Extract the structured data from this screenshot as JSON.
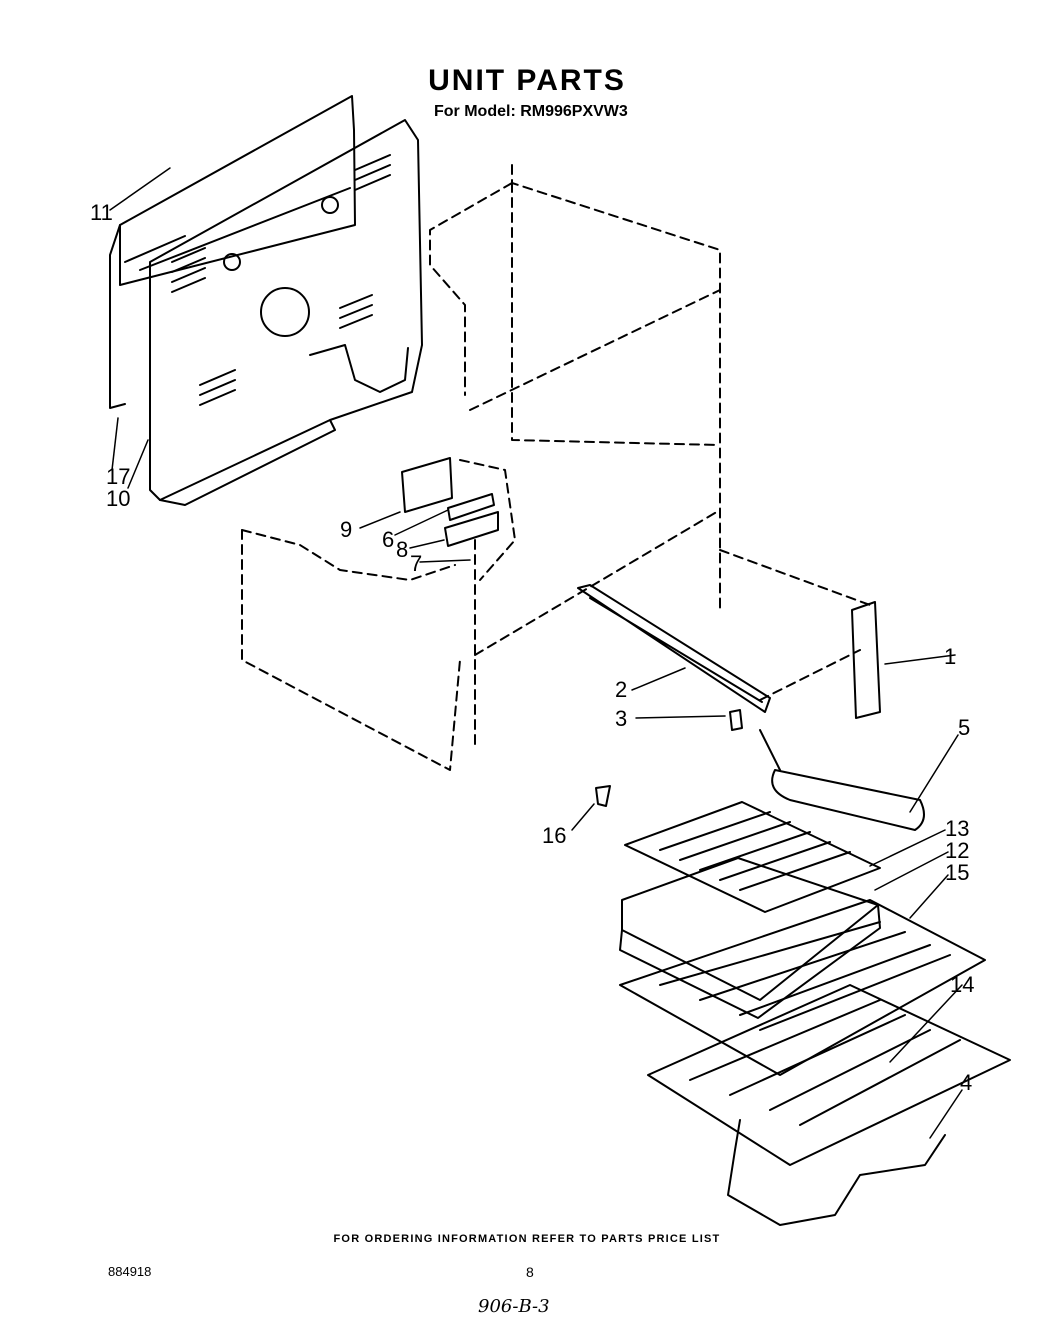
{
  "header": {
    "title": "UNIT PARTS",
    "model_line": "For Model: RM996PXVW3"
  },
  "callouts": [
    "1",
    "2",
    "3",
    "4",
    "5",
    "6",
    "7",
    "8",
    "9",
    "10",
    "11",
    "12",
    "13",
    "14",
    "15",
    "16",
    "17"
  ],
  "footer": {
    "ordering_note": "FOR ORDERING INFORMATION REFER TO PARTS PRICE LIST",
    "document_number": "884918",
    "page_number": "8",
    "handwritten_note": "906-B-3"
  },
  "colors": {
    "ink": "#000000",
    "paper": "#ffffff"
  }
}
